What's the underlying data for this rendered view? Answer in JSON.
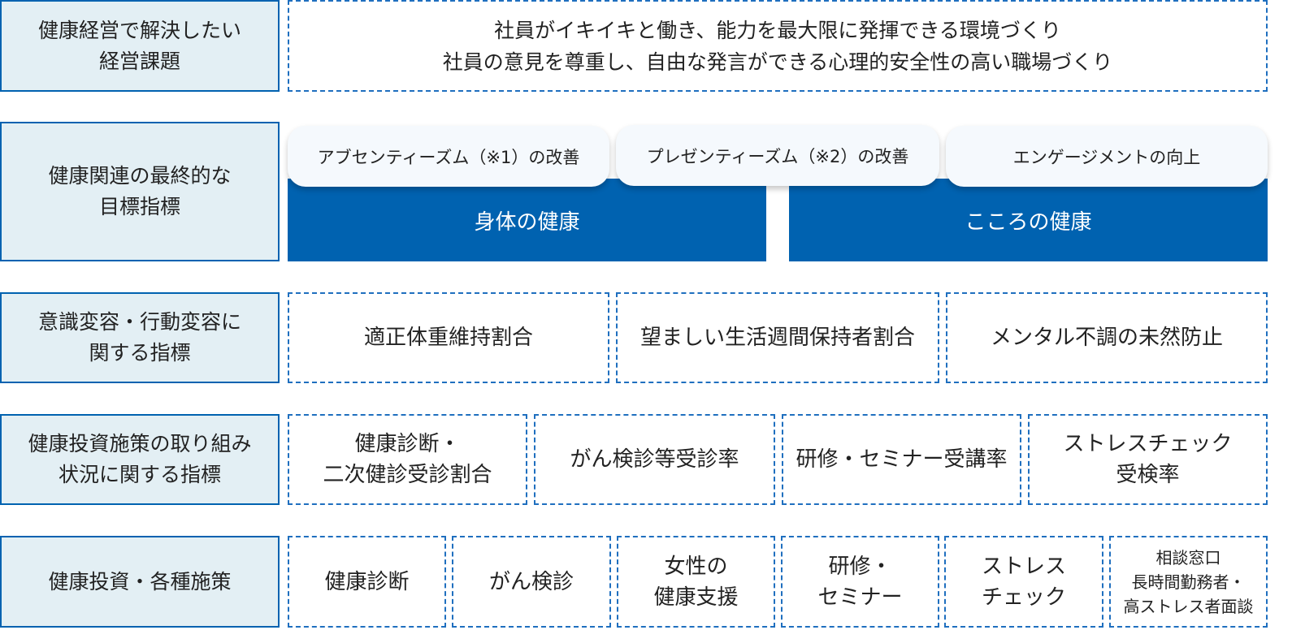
{
  "rows": {
    "r1": {
      "label": "健康経営で解決したい\n経営課題",
      "content": "社員がイキイキと働き、能力を最大限に発揮できる環境づくり\n社員の意見を尊重し、自由な発言ができる心理的安全性の高い職場づくり"
    },
    "r2": {
      "label": "健康関連の最終的な\n目標指標",
      "pills": [
        "アブセンティーズム（※1）の改善",
        "プレゼンティーズム（※2）の改善",
        "エンゲージメントの向上"
      ],
      "bands": [
        "身体の健康",
        "こころの健康"
      ]
    },
    "r3": {
      "label": "意識変容・行動変容に\n関する指標",
      "cells": [
        "適正体重維持割合",
        "望ましい生活週間保持者割合",
        "メンタル不調の未然防止"
      ]
    },
    "r4": {
      "label": "健康投資施策の取り組み\n状況に関する指標",
      "cells": [
        "健康診断・\n二次健診受診割合",
        "がん検診等受診率",
        "研修・セミナー受講率",
        "ストレスチェック\n受検率"
      ]
    },
    "r5": {
      "label": "健康投資・各種施策",
      "cells": [
        "健康診断",
        "がん検診",
        "女性の\n健康支援",
        "研修・\nセミナー",
        "ストレス\nチェック",
        "相談窓口\n長時間勤務者・\n高ストレス者面談"
      ]
    }
  },
  "colors": {
    "label_bg": "#e3eff4",
    "accent_blue": "#0062b0",
    "pill_bg": "#f5f9fd"
  }
}
